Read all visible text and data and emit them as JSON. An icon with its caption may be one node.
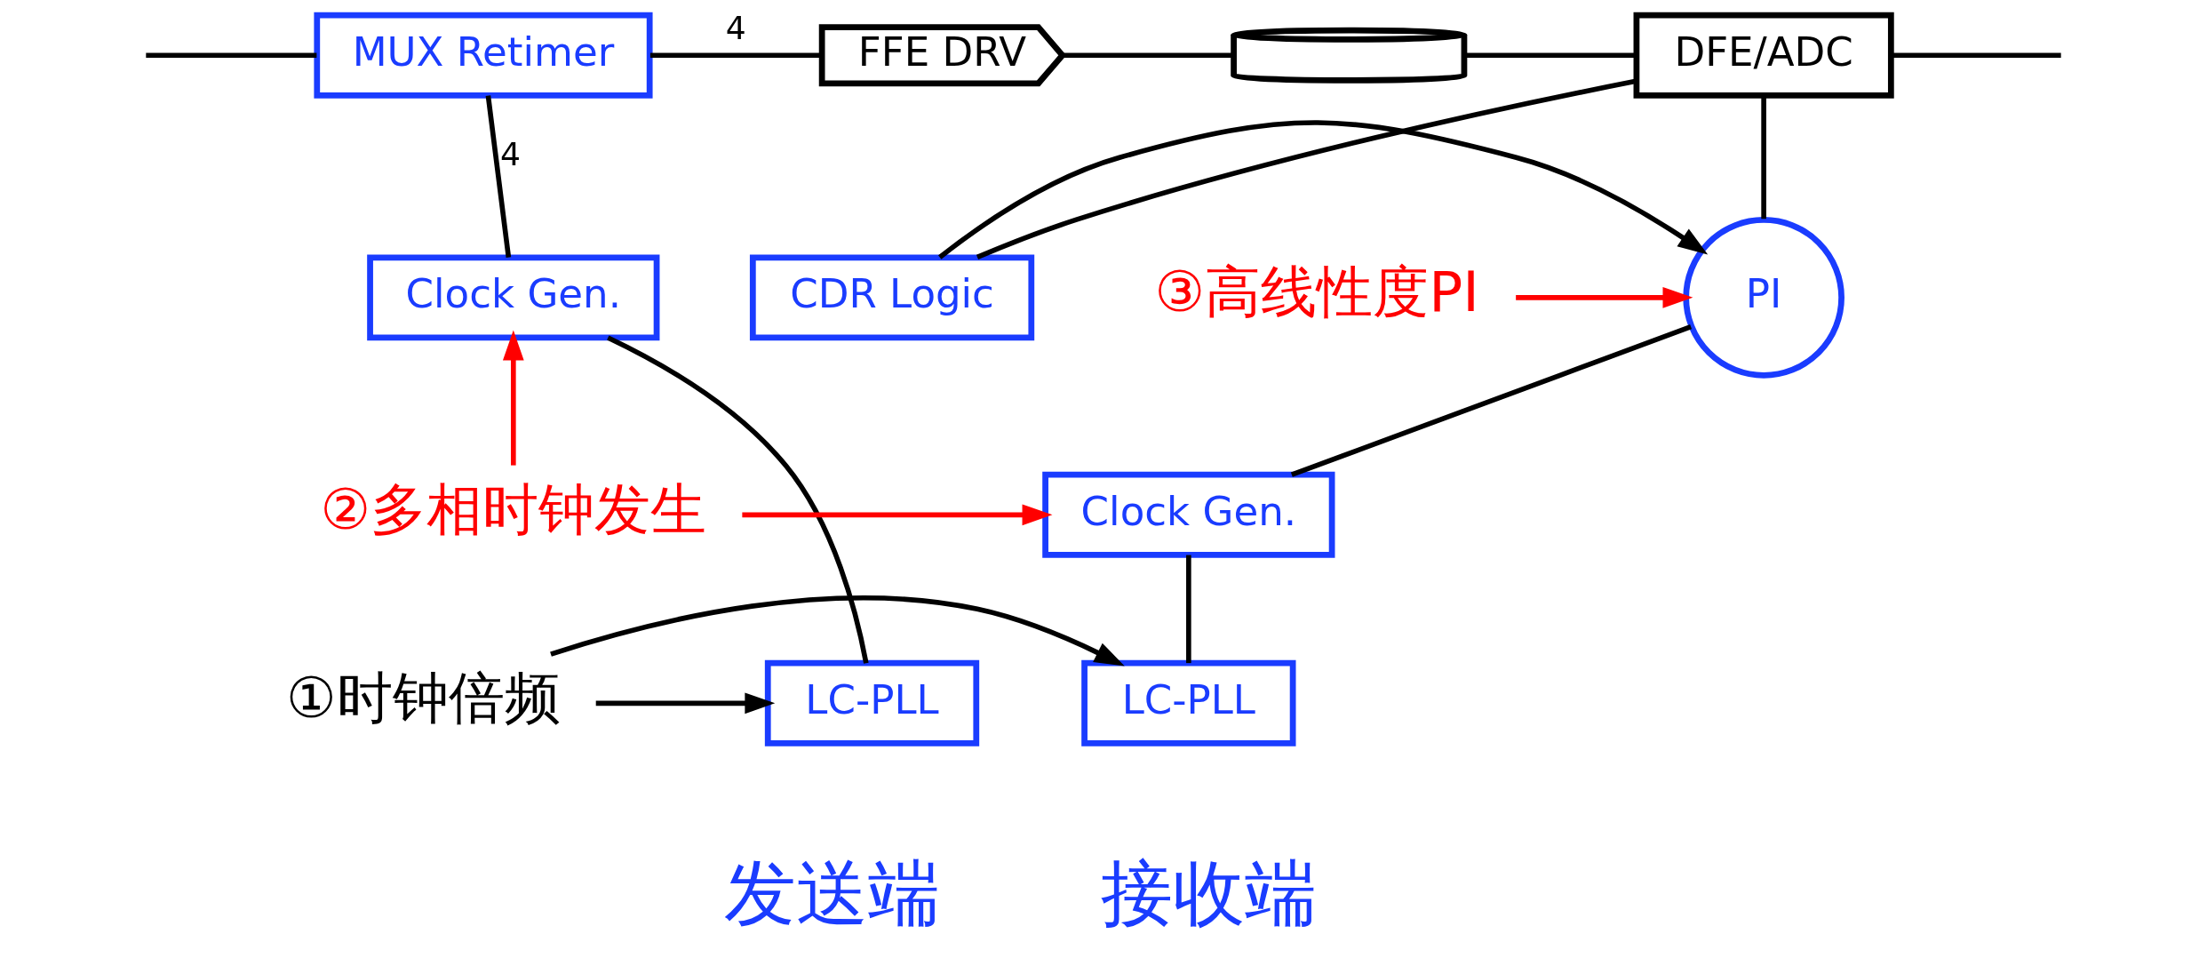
{
  "diagram": {
    "nodes": [
      {
        "text": [
          "MUX Retimer"
        ]
      },
      {
        "text": [
          "FFE DRV"
        ]
      },
      {
        "text": [],
        "shape": "cylinder"
      },
      {
        "text": [
          "DFE/ADC"
        ]
      },
      {
        "text": [
          "Clock Gen."
        ]
      },
      {
        "text": [
          "LC-PLL"
        ]
      },
      {
        "text": [
          "PI"
        ]
      },
      {
        "text": [
          "CDR Logic"
        ]
      },
      {
        "text": [
          "Clock Gen."
        ]
      },
      {
        "text": [
          "LC-PLL"
        ]
      },
      {
        "text": [
          "③高线性度PI"
        ]
      },
      {
        "text": [
          "②多相时钟发生"
        ]
      },
      {
        "text": [
          "①时钟倍频"
        ]
      }
    ],
    "edges": [
      {
        "from": null,
        "to": 0,
        "arrow": "none"
      },
      {
        "from": 0,
        "to": 1,
        "arrow": "none",
        "label": "4"
      },
      {
        "from": 1,
        "to": 2,
        "arrow": "none"
      },
      {
        "from": 2,
        "to": 3,
        "arrow": "none"
      },
      {
        "from": 3,
        "to": null,
        "arrow": "none"
      },
      {
        "from": 0,
        "to": 4,
        "arrow": "none",
        "label": "4"
      },
      {
        "from": 4,
        "to": 5,
        "arrow": "none"
      },
      {
        "from": 3,
        "to": 6,
        "arrow": "none"
      },
      {
        "from": 3,
        "to": 7,
        "arrow": "none"
      },
      {
        "from": 7,
        "to": 6,
        "arrow": "to"
      },
      {
        "from": 6,
        "to": 8,
        "arrow": "none"
      },
      {
        "from": 8,
        "to": 9,
        "arrow": "none"
      },
      {
        "from": 10,
        "to": 6,
        "arrow": "to",
        "color": "#ff0000"
      },
      {
        "from": 11,
        "to": 4,
        "arrow": "to",
        "color": "#ff0000"
      },
      {
        "from": 11,
        "to": 8,
        "arrow": "to",
        "color": "#ff0000"
      },
      {
        "from": 12,
        "to": 5,
        "arrow": "to"
      },
      {
        "from": 12,
        "to": 9,
        "arrow": "to"
      }
    ],
    "labels": [
      "发送端",
      "接收端"
    ]
  }
}
